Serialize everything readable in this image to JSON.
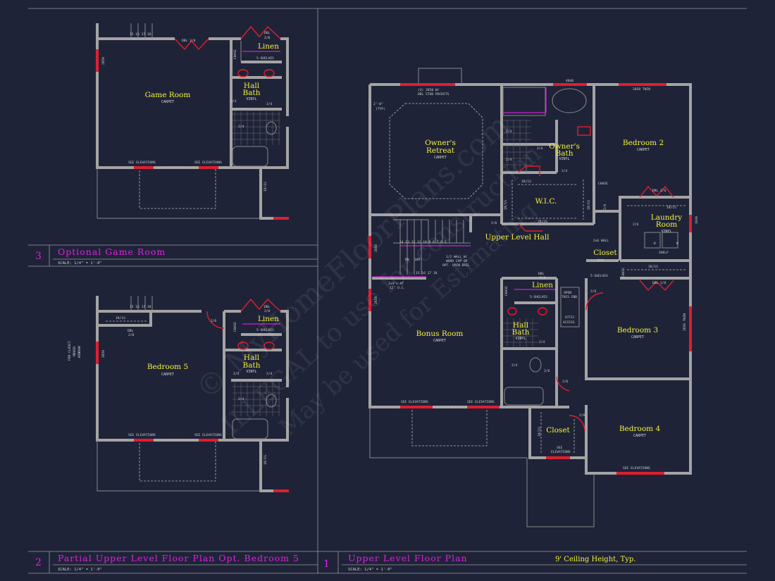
{
  "watermark": {
    "line1": "© MyHomeFloorPlans.com",
    "line2": "ILLEGAL to use for construction",
    "line3": "May be used for Estimating"
  },
  "plan1": {
    "number": "1",
    "title": "Upper Level Floor Plan",
    "scale": "SCALE: 1/4\" = 1'-0\"",
    "ceiling": "9' Ceiling Height, Typ.",
    "rooms": {
      "owners_retreat": {
        "name_line1": "Owner's",
        "name_line2": "Retreat",
        "finish": "CARPET"
      },
      "owners_bath": {
        "name_line1": "Owner's",
        "name_line2": "Bath",
        "finish": "VINYL"
      },
      "bedroom2": {
        "name": "Bedroom 2",
        "finish": "CARPET"
      },
      "wic": {
        "name": "W.I.C."
      },
      "laundry": {
        "name_line1": "Laundry",
        "name_line2": "Room",
        "finish": "VINYL"
      },
      "upper_hall": {
        "name": "Upper Level Hall"
      },
      "closet_a": {
        "name": "Closet"
      },
      "linen": {
        "name": "Linen"
      },
      "hall_bath": {
        "name_line1": "Hall",
        "name_line2": "Bath",
        "finish": "VINYL"
      },
      "bonus": {
        "name": "Bonus Room",
        "finish": "CARPET"
      },
      "bedroom3": {
        "name": "Bedroom 3",
        "finish": "CARPET"
      },
      "closet_b": {
        "name": "Closet"
      },
      "bedroom4": {
        "name": "Bedroom 4",
        "finish": "CARPET"
      }
    },
    "notes": {
      "window_top": "(3) 2850 W/",
      "window_top2": "DBL STUD POCKETS",
      "w4040": "4040",
      "w2850twin_top": "2850 TWIN",
      "typ_a": "2'-0\"",
      "typ_b": "(TYP)",
      "d24_1": "2/4",
      "d24_2": "2/4",
      "d24_3": "2/4",
      "d24_4": "2/4",
      "d24_5": "2/4",
      "d24_6": "2/4",
      "d24_7": "2/4",
      "d26_1": "2/6",
      "d26_2": "2/6",
      "d26_3": "2/6",
      "d26_4": "2/6",
      "d26_5": "2/6",
      "d26_6": "2/6",
      "d26_7": "2/6",
      "shelf_1818": "1R/1S",
      "shelf_2r2s": "2R/2S",
      "shelf_1818b": "1R/1S",
      "shelf_1818c": "1R/1S",
      "shelf_1818d": "1R/1S",
      "shelf_1818e": "1R/1S",
      "shelf_1818f": "1R/1S",
      "chase1": "CHASE",
      "chase2": "CHASE",
      "chase3": "CHASE",
      "dbl26a": "DBL 2/6",
      "dbl26b": "DBL 2/6",
      "dbl20": "DBL",
      "dbl20b": "2/0",
      "w2830": "2030",
      "wall2x6": "2x6 WALL",
      "shelf": "SHELF",
      "dryer": "D",
      "washer": "W",
      "five_shelves_a": "5-SHELVES",
      "five_shelves_b": "5-SHELVES",
      "stairs_top": "14 13 12 11 10  9  8  7  6  5",
      "stairs_bottom": "15 16 17 18",
      "dn": "DN",
      "dn18r": "18R",
      "rail1": "1/2 WALL W/",
      "rail2": "WOOD CAP OR",
      "rail3": "OPT. OPEN RAIL",
      "twox4a": "2x4's AT",
      "twox4b": "12\" O.C.",
      "w2850_left1": "2850",
      "w2850_left2": "2850",
      "open_ms_a": "OPEN",
      "open_ms_b": "THIS END",
      "attic_a": "ATTIC",
      "attic_b": "ACCESS",
      "see_elev_1": "SEE ELEVATIONS",
      "see_elev_2": "SEE ELEVATIONS",
      "see_elev_3a": "SEE",
      "see_elev_3b": "ELEVATIONS",
      "see_elev_4": "SEE ELEVATIONS",
      "twin_right": "2850 TWIN"
    }
  },
  "plan2": {
    "number": "2",
    "title": "Partial Upper Level Floor Plan Opt. Bedroom 5",
    "scale": "SCALE: 1/4\" = 1'-0\"",
    "rooms": {
      "bedroom5": {
        "name": "Bedroom 5",
        "finish": "CARPET"
      },
      "linen": {
        "name": "Linen"
      },
      "hall_bath": {
        "name_line1": "Hall",
        "name_line2": "Bath",
        "finish": "VINYL"
      }
    },
    "notes": {
      "stairs": "15 16 17 18",
      "closet_note1": "FOR CLOSET",
      "closet_note2": "MOVED",
      "closet_note3": "WINDOW",
      "w2850": "2850",
      "shelf": "1R/1S",
      "dbl": "DBL",
      "dbl2": "2/0",
      "dbl_top": "DBL",
      "dbl_top2": "2/0",
      "d26": "2/6",
      "chase": "CHASE",
      "five_shelves": "5-SHELVES",
      "d24a": "2/4",
      "d24b": "2/4",
      "d24c": "2/4",
      "vinyl": "VINYL",
      "see_elev_1": "SEE ELEVATIONS",
      "see_elev_2": "SEE ELEVATIONS",
      "shelf18": "1R/1S"
    }
  },
  "plan3": {
    "number": "3",
    "title": "Optional Game Room",
    "scale": "SCALE: 1/4\" = 1'-0\"",
    "rooms": {
      "game": {
        "name": "Game Room",
        "finish": "CARPET"
      },
      "linen": {
        "name": "Linen"
      },
      "hall_bath": {
        "name_line1": "Hall",
        "name_line2": "Bath",
        "finish": "VINYL"
      }
    },
    "notes": {
      "stairs": "15 16 17 18",
      "dbl26": "DBL 2/6",
      "dbl_top": "DBL",
      "dbl_top2": "2/0",
      "w2850": "2850",
      "chase": "CHASE",
      "five_shelves": "5-SHELVES",
      "d24a": "2/4",
      "d24b": "2/4",
      "d24c": "2/4",
      "see_elev_1": "SEE ELEVATIONS",
      "see_elev_2": "SEE ELEVATIONS",
      "shelf18": "1R/1S"
    }
  },
  "colors": {
    "background": "#1f2338",
    "room_label": "#f2f23a",
    "title": "#e020e0",
    "wall": "#a4a4a4",
    "window": "#e01e2e"
  }
}
